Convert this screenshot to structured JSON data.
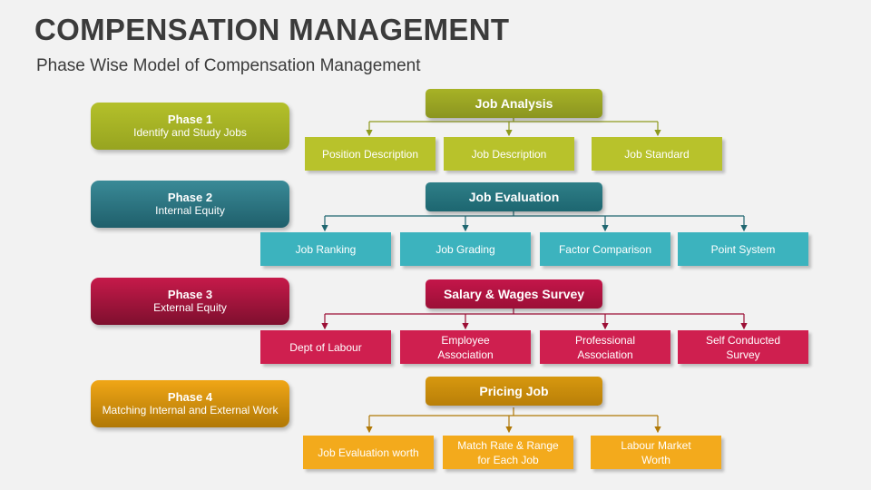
{
  "title": "COMPENSATION MANAGEMENT",
  "subtitle": "Phase Wise Model of Compensation Management",
  "phases": [
    {
      "name": "Phase 1",
      "desc": "Identify and Study Jobs",
      "head": "Job Analysis",
      "items": [
        "Position Description",
        "Job Description",
        "Job Standard"
      ]
    },
    {
      "name": "Phase 2",
      "desc": "Internal Equity",
      "head": "Job Evaluation",
      "items": [
        "Job Ranking",
        "Job Grading",
        "Factor Comparison",
        "Point System"
      ]
    },
    {
      "name": "Phase 3",
      "desc": "External Equity",
      "head": "Salary & Wages Survey",
      "items": [
        "Dept of Labour",
        "Employee Association",
        "Professional Association",
        "Self Conducted Survey"
      ]
    },
    {
      "name": "Phase 4",
      "desc": "Matching Internal and External Work",
      "head": "Pricing Job",
      "items": [
        "Job Evaluation worth",
        "Match Rate & Range for Each Job",
        "Labour Market Worth"
      ]
    }
  ],
  "colors": {
    "phase1": "#a9b525",
    "phase2": "#2e7f8a",
    "phase3": "#b5143f",
    "phase4": "#e59e10"
  }
}
